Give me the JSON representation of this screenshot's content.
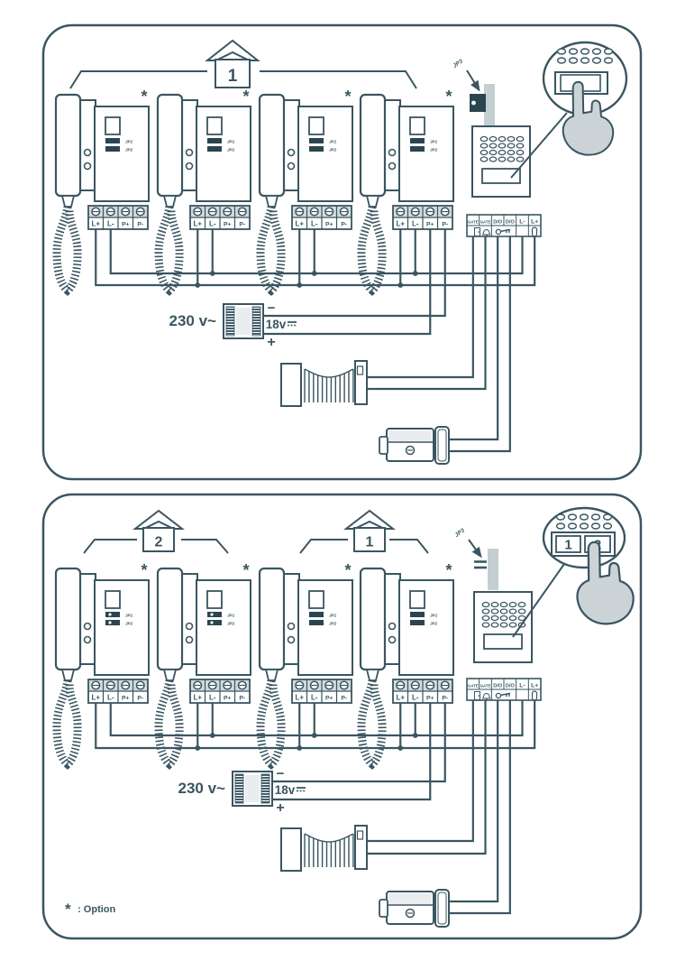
{
  "colors": {
    "ink": "#3a5661",
    "grey_fill": "#c4ced3",
    "screw_row": "#d3dadd",
    "jumper_dark": "#2b4550",
    "hand_fill": "#ccd3d6",
    "inner_light": "#e9edef"
  },
  "note": {
    "symbol": "*",
    "text": ": Option"
  },
  "labels": {
    "phone_terminals": [
      "L+",
      "L-",
      "P+",
      "P-"
    ],
    "door_panel_terminals": [
      "GATE",
      "GATE",
      "D/O",
      "D/O",
      "L-",
      "L+"
    ],
    "jumper_labels": [
      "JP1",
      "JP2"
    ],
    "jp3_label": "JP3",
    "asterisk": "*",
    "psu_input": "230 v~",
    "psu_minus": "−",
    "psu_voltage": "18v",
    "psu_plus": "+"
  },
  "icons": [
    "doorbell-gate-icon",
    "key-icon",
    "handset-icon",
    "dc-symbol-icon",
    "house-icon",
    "pointing-hand-icon",
    "gate-icon",
    "door-lock-icon",
    "screw-terminal-icon"
  ],
  "panels": [
    {
      "name": "diagram-1",
      "houses": [
        {
          "number": "1",
          "phones": 4
        }
      ],
      "jp3_state": "fitted",
      "magnifier_buttons": [
        {
          "label": ""
        }
      ]
    },
    {
      "name": "diagram-2",
      "houses": [
        {
          "number": "2",
          "phones": 2
        },
        {
          "number": "1",
          "phones": 2
        }
      ],
      "jp3_state": "open",
      "magnifier_buttons": [
        {
          "label": "1"
        },
        {
          "label": "2"
        }
      ],
      "pressed_button": "2"
    }
  ]
}
